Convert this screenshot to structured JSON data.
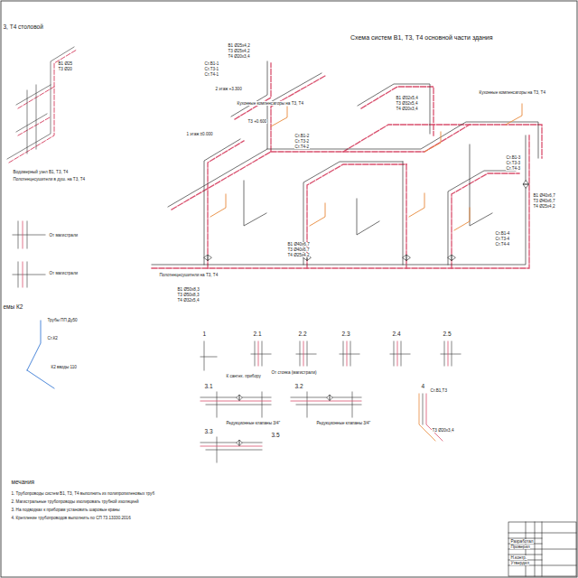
{
  "diagram": {
    "title": "Схема систем В1, Т3, Т4 основной части здания",
    "labels": [
      "3, Т4 столовой",
      "В1 Ø25",
      "Т3 Ø20",
      "Водомерный узел В1, Т3, Т4",
      "Полотенцесушители в душ. на Т3, Т4",
      "От магистрали",
      "От магистрали",
      "емы К2",
      "Трубы ПП Ду50",
      "Ст.К2",
      "К2 вводы 110",
      "В1 Ø25х4,2",
      "Т3 Ø25х4,2",
      "Т4 Ø20х3,4",
      "Ст.В1-1",
      "Ст.Т3-1",
      "Ст.Т4-1",
      "2 этаж +3.300",
      "Кухонные компенсаторы на Т3, Т4",
      "1 этаж ±0.000",
      "Т3 +0.600",
      "Ст.В1-2",
      "Ст.Т3-2",
      "Ст.Т4-2",
      "В1 Ø32х5,4",
      "Т3 Ø32х5,4",
      "Т4 Ø20х3,4",
      "Кухонные компенсаторы на Т3, Т4",
      "Ст.В1-3",
      "Ст.Т3-3",
      "Ст.Т4-3",
      "В1 Ø40х6,7",
      "Т3 Ø40х6,7",
      "Т4 Ø25х4,2",
      "Ст.В1-4",
      "Ст.Т3-4",
      "Ст.Т4-4",
      "В1 Ø40х6,7",
      "Т3 Ø40х6,7",
      "Т4 Ø25х4,2",
      "Полотенцесушители на Т3, Т4",
      "В1 Ø50х8,3",
      "Т3 Ø50х8,3",
      "Т4 Ø32х5,4",
      "1",
      "2.1",
      "2.2",
      "2.3",
      "2.4",
      "2.5",
      "От стояка (магистрали)",
      "К сантех. прибору",
      "3.1",
      "3.2",
      "3.3",
      "4",
      "Редукционные клапаны 3/4\"",
      "Редукционные клапаны 3/4\"",
      "3.5",
      "Ст.В1,Т3",
      "Т3 Ø20х3,4",
      "мечания",
      "1. Трубопроводы систем В1, Т3, Т4 выполнить из полипропиленовых труб",
      "2. Магистральные трубопроводы изолировать трубной изоляцией",
      "3. На подводках к приборам установить шаровые краны",
      "4. Крепление трубопроводов выполнить по СП 73.13330.2016",
      "Разработал",
      "Проверил",
      "Н.контр.",
      "Утвердил"
    ]
  }
}
